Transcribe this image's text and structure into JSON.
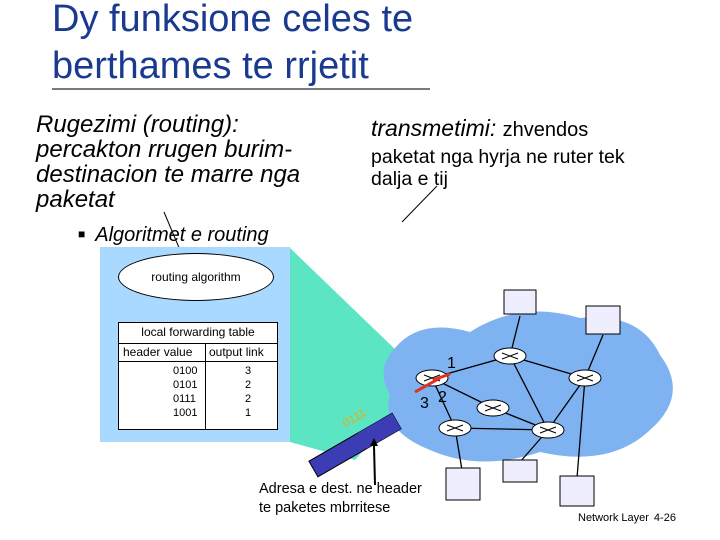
{
  "title": {
    "line1": "Dy funksione celes te",
    "line2": "berthames te rrjetit"
  },
  "routing_text": {
    "lines": [
      "Rugezimi (routing):",
      "percakton rrugen burim-",
      "destinacion te marre nga",
      "paketat"
    ]
  },
  "forwarding_text": {
    "head": "transmetimi:",
    "head_rest": "zhvendos",
    "lines": [
      "paketat nga hyrja ne ruter tek",
      "dalja e tij"
    ]
  },
  "bullet": {
    "text": "Algoritmet e routing"
  },
  "router": {
    "algorithm_label": "routing algorithm",
    "table": {
      "title": "local forwarding table",
      "col_header": "header value",
      "col_output": "output link",
      "rows": [
        {
          "header": "0100",
          "output": "3"
        },
        {
          "header": "0101",
          "output": "2"
        },
        {
          "header": "0111",
          "output": "2"
        },
        {
          "header": "1001",
          "output": "1"
        }
      ]
    }
  },
  "packet": {
    "header_value": "0111"
  },
  "ports": {
    "p1": "1",
    "p2": "2",
    "p3": "3"
  },
  "annotation": {
    "line1": "Adresa e dest. ne header",
    "line2": "te paketes mbrritese"
  },
  "footer": {
    "label": "Network Layer",
    "page": "4-26"
  },
  "colors": {
    "title": "#1a3a8f",
    "router_box": "#a9d9ff",
    "network_cloud": "#7fb2f0",
    "packet": "#3c3cb4",
    "beam": "#40e0b8"
  }
}
